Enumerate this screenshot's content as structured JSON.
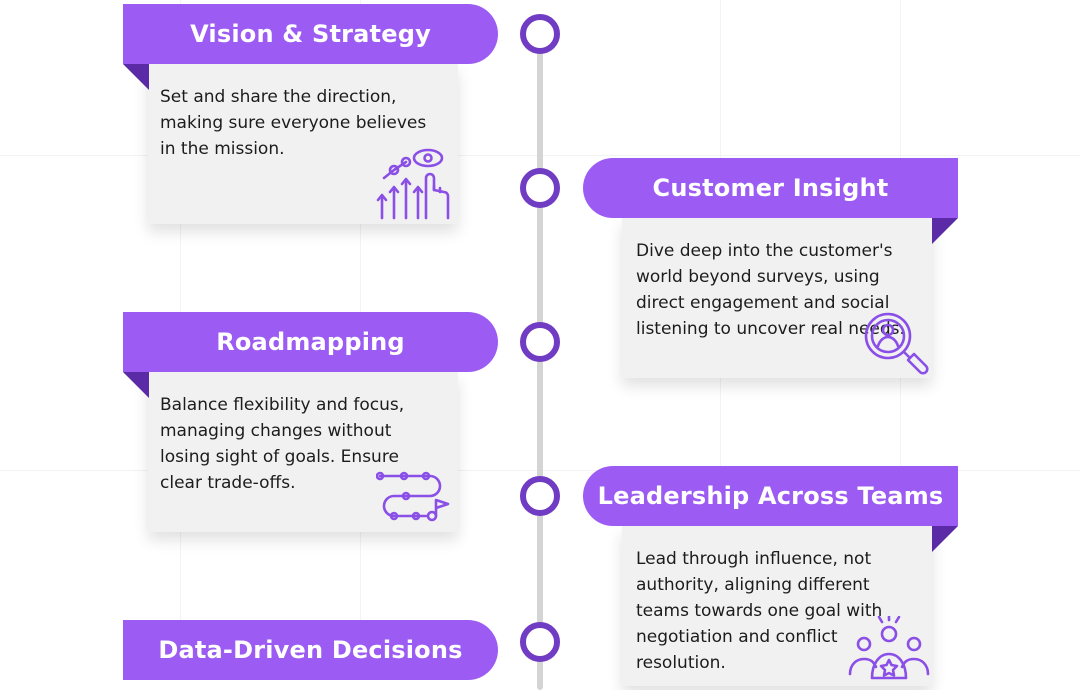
{
  "colors": {
    "pill": "#9c5cf3",
    "fold": "#5b2aa6",
    "node": "#6f3cc3",
    "icon": "#8a4fe6",
    "card": "#f1f1f1",
    "line": "#d4d4d4"
  },
  "items": [
    {
      "title": "Vision & Strategy",
      "text": "Set and share the direction, making sure everyone believes in the mission.",
      "icon": "growth-vision-icon"
    },
    {
      "title": "Customer Insight",
      "text": "Dive deep into the customer's world beyond surveys, using direct engagement and social listening to uncover real needs.",
      "icon": "user-search-icon"
    },
    {
      "title": "Roadmapping",
      "text": "Balance flexibility and focus, managing changes without losing sight of goals. Ensure clear trade-offs.",
      "icon": "roadmap-path-icon"
    },
    {
      "title": "Leadership Across Teams",
      "text": "Lead through influence, not authority, aligning different teams towards one goal with negotiation and conflict resolution.",
      "icon": "team-leader-icon"
    },
    {
      "title": "Data-Driven Decisions",
      "text": "",
      "icon": ""
    }
  ]
}
